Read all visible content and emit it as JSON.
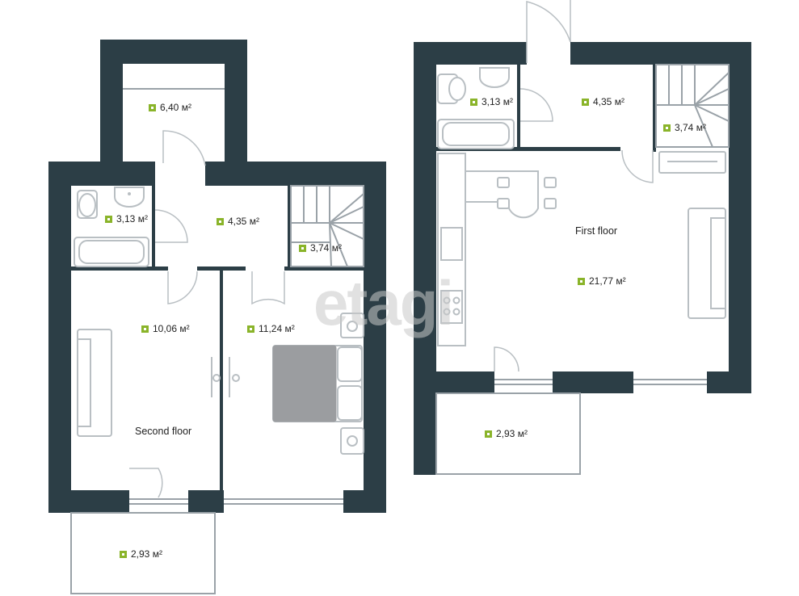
{
  "watermark": "etagi",
  "second_floor": {
    "title": "Second floor",
    "rooms": [
      {
        "id": "storage",
        "area": "6,40 м²"
      },
      {
        "id": "bathroom",
        "area": "3,13 м²"
      },
      {
        "id": "hall",
        "area": "4,35 м²"
      },
      {
        "id": "stairs",
        "area": "3,74 м²"
      },
      {
        "id": "living",
        "area": "10,06 м²"
      },
      {
        "id": "bedroom",
        "area": "11,24 м²"
      },
      {
        "id": "balcony",
        "area": "2,93 м²"
      }
    ]
  },
  "first_floor": {
    "title": "First floor",
    "rooms": [
      {
        "id": "bathroom",
        "area": "3,13 м²"
      },
      {
        "id": "hall",
        "area": "4,35 м²"
      },
      {
        "id": "stairs",
        "area": "3,74 м²"
      },
      {
        "id": "living",
        "area": "21,77 м²"
      },
      {
        "id": "balcony",
        "area": "2,93 м²"
      }
    ]
  },
  "colors": {
    "wall": "#2c3e46",
    "marker": "#8ab42a"
  }
}
